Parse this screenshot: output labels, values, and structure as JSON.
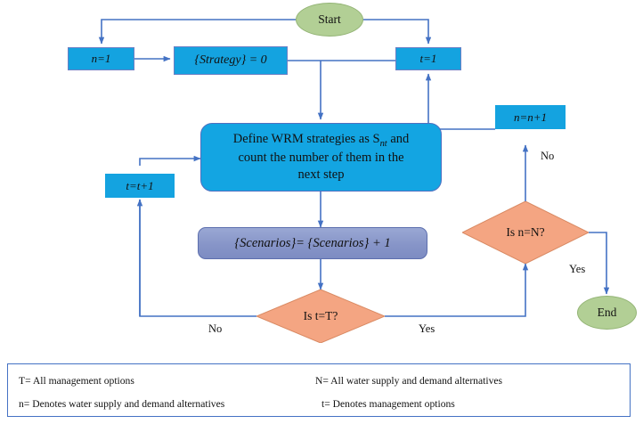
{
  "diagram": {
    "title": "WRM strategy generation flowchart",
    "colors": {
      "process_fill": "#14a3e0",
      "scenario_fill": "#8795c8",
      "decision_fill": "#f4a582",
      "terminator_fill": "#b2cf95",
      "line": "#4472c4",
      "legend_border": "#4472c4"
    },
    "nodes": {
      "start": "Start",
      "n_init": "n=1",
      "strategy_init": "{Strategy} = 0",
      "t_init": "t=1",
      "n_increment": "n=n+1",
      "t_increment": "t=t+1",
      "define_line1": "Define WRM strategies as S",
      "define_sub": "nt",
      "define_line1b": " and",
      "define_line2": "count the number of them in the",
      "define_line3": "next step",
      "scenarios": "{Scenarios}= {Scenarios} + 1",
      "decision_t": "Is t=T?",
      "decision_n": "Is n=N?",
      "end": "End"
    },
    "edge_labels": {
      "t_no": "No",
      "t_yes": "Yes",
      "n_no": "No",
      "n_yes": "Yes"
    },
    "legend": {
      "row1": "T= All management options",
      "row2": "N= All water supply and demand alternatives",
      "row3": "n= Denotes water supply and demand alternatives",
      "row4": "t= Denotes management options"
    }
  }
}
